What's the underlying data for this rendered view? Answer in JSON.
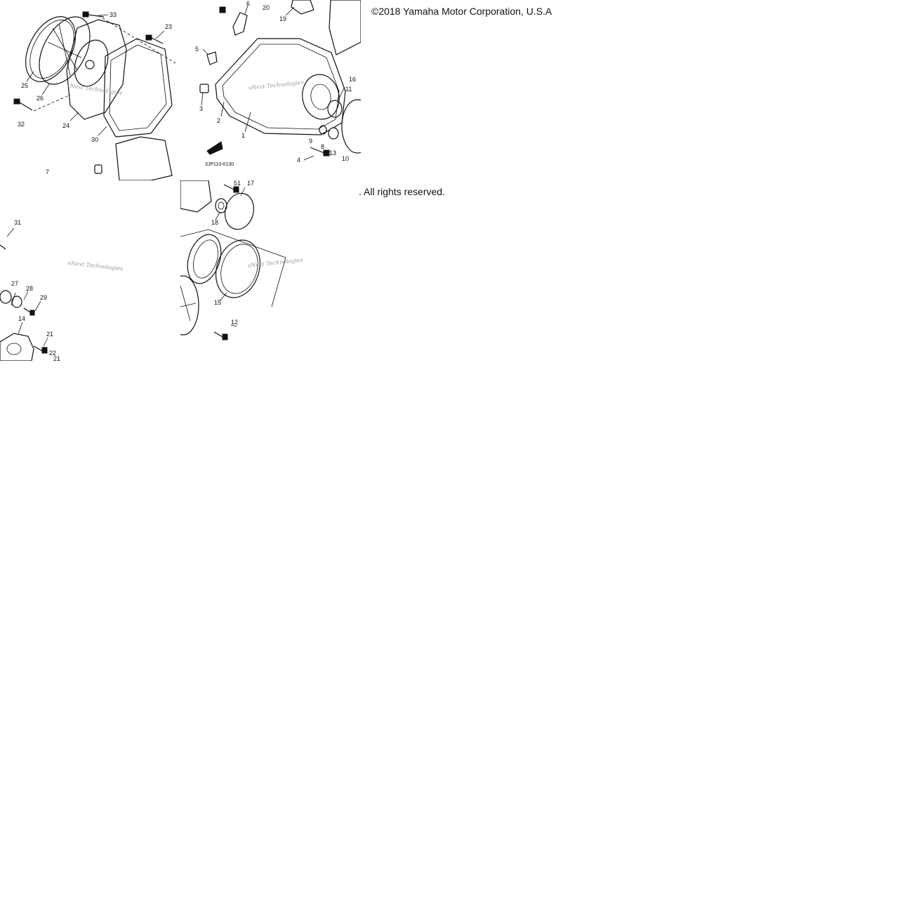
{
  "copyright": {
    "line1": "©2018 Yamaha Motor Corporation, U.S.A",
    "line2": ". All rights reserved."
  },
  "diagram_code": "3JP110-0130",
  "watermark": "vNext Technologies",
  "callouts": {
    "tile_a": [
      "33",
      "23",
      "25",
      "26",
      "24",
      "32",
      "30",
      "7"
    ],
    "tile_b": [
      "6",
      "20",
      "19",
      "5",
      "16",
      "11",
      "3",
      "2",
      "1",
      "9",
      "8",
      "13",
      "10",
      "4"
    ],
    "tile_c": [
      "31",
      "27",
      "28",
      "29",
      "14",
      "21",
      "22",
      "21"
    ],
    "tile_d": [
      "51",
      "17",
      "18",
      "15",
      "12"
    ]
  }
}
